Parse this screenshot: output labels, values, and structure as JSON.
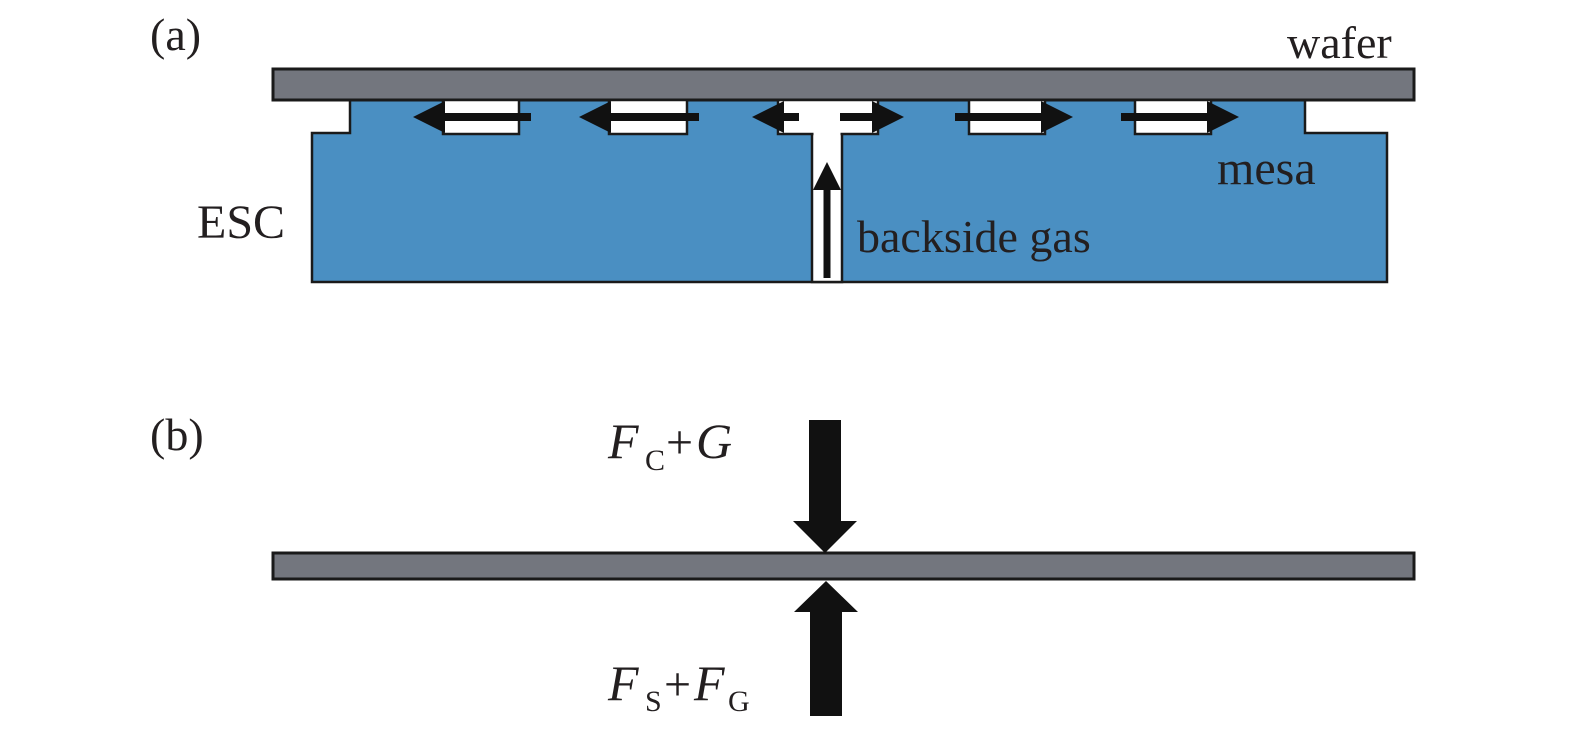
{
  "colors": {
    "wafer_fill": "#73767e",
    "esc_fill": "#4a8fc2",
    "outline": "#1a1a1a",
    "arrow": "#111111",
    "groove_fill": "#ffffff",
    "text": "#231f20"
  },
  "panel_a": {
    "label": "(a)",
    "wafer_label": "wafer",
    "esc_label": "ESC",
    "mesa_label": "mesa",
    "gas_label": "backside gas",
    "groove_flow": [
      "left",
      "left",
      "both",
      "right",
      "right"
    ]
  },
  "panel_b": {
    "label": "(b)",
    "top_force": {
      "main": "F",
      "sub": "C",
      "plus": "+",
      "second": "G"
    },
    "bottom_force": {
      "main": "F",
      "sub": "S",
      "plus": "+",
      "second": "F",
      "second_sub": "G"
    }
  }
}
